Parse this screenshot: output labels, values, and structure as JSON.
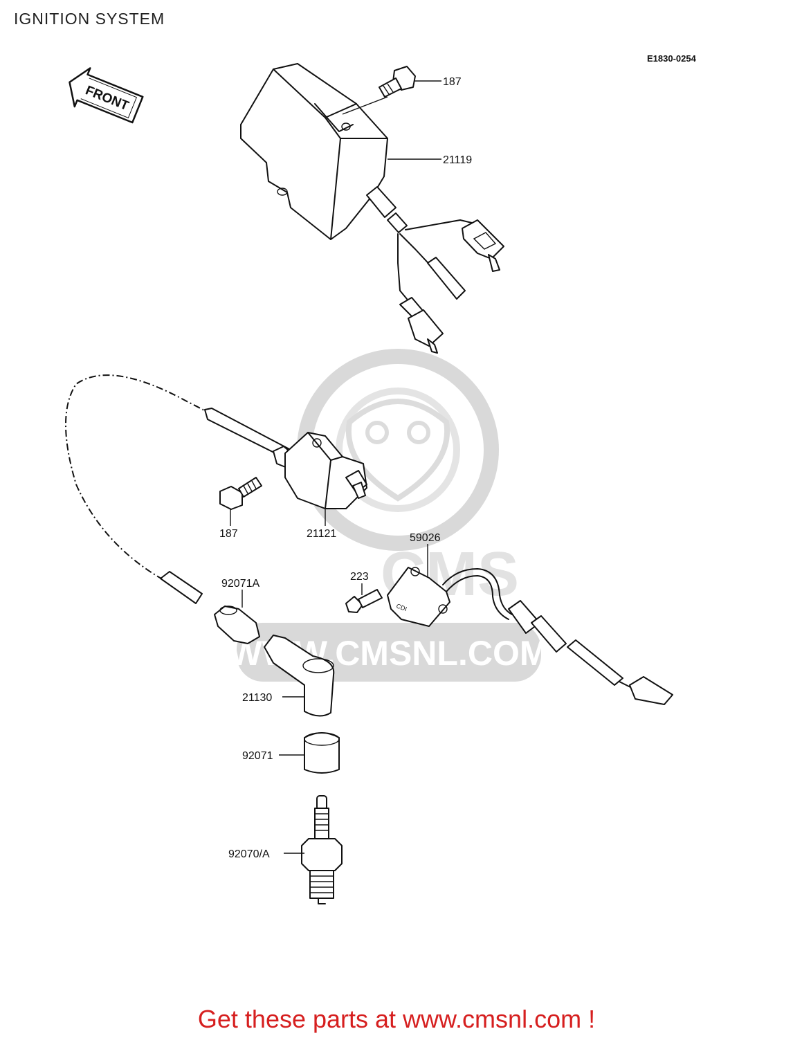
{
  "page_title": "IGNITION SYSTEM",
  "diagram_code": "E1830-0254",
  "front_arrow_label": "FRONT",
  "watermark": "WWW.CMSNL.COM",
  "watermark_logo_text": "CMS",
  "callouts": {
    "bolt_top": "187",
    "igniter": "21119",
    "coil": "21121",
    "bolt_coil": "187",
    "pickup": "59026",
    "pickup_screw": "223",
    "cap_top": "92071A",
    "plug_cap": "21130",
    "cap_bottom": "92071",
    "spark_plug": "92070/A"
  },
  "pickup_marking": "CDI",
  "promo": "Get these parts at www.cmsnl.com !",
  "colors": {
    "promo": "#d61f1f",
    "watermark": "#d9d9d9"
  }
}
